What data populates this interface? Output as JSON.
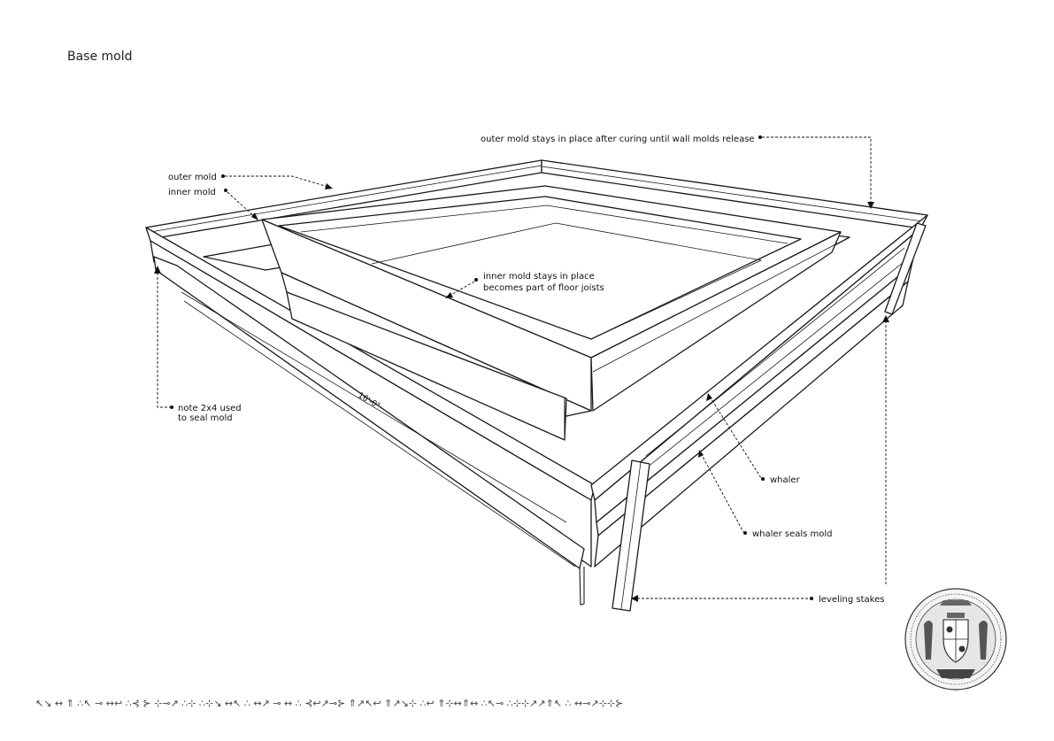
{
  "title": "Base mold",
  "labels": {
    "outer_mold": "outer mold",
    "inner_mold": "inner mold",
    "outer_mold_stays": "outer mold stays in place after curing until wall molds release",
    "inner_mold_stays_1": "inner mold stays in place",
    "inner_mold_stays_2": "becomes part of floor joists",
    "note_1": "note 2x4 used",
    "note_2": "to seal mold",
    "dimension": "16'-0\"",
    "whaler": "whaler",
    "whaler_seals": "whaler seals mold",
    "leveling_stakes": "leveling stakes"
  },
  "footer_glyphs": "↖↘ ↔ ⇑ ∴↖ ⊸ ↔↩ ∴⊰ ⊱ ⊹⊸↗ ∴⊹ ∴⊹↘ ↔↖ ∴ ↔↗ ⊸ ↔ ∴ ⊰↩↗⊸⊱ ⇑↗↖↩ ⇑↗↘⊹ ∴↩ ⇑⊹↔⇑↔ ∴↖⊸ ∴⊹⊹↗↗⇑↖ ∴ ↔⊸↗⊹⊹⊱"
}
